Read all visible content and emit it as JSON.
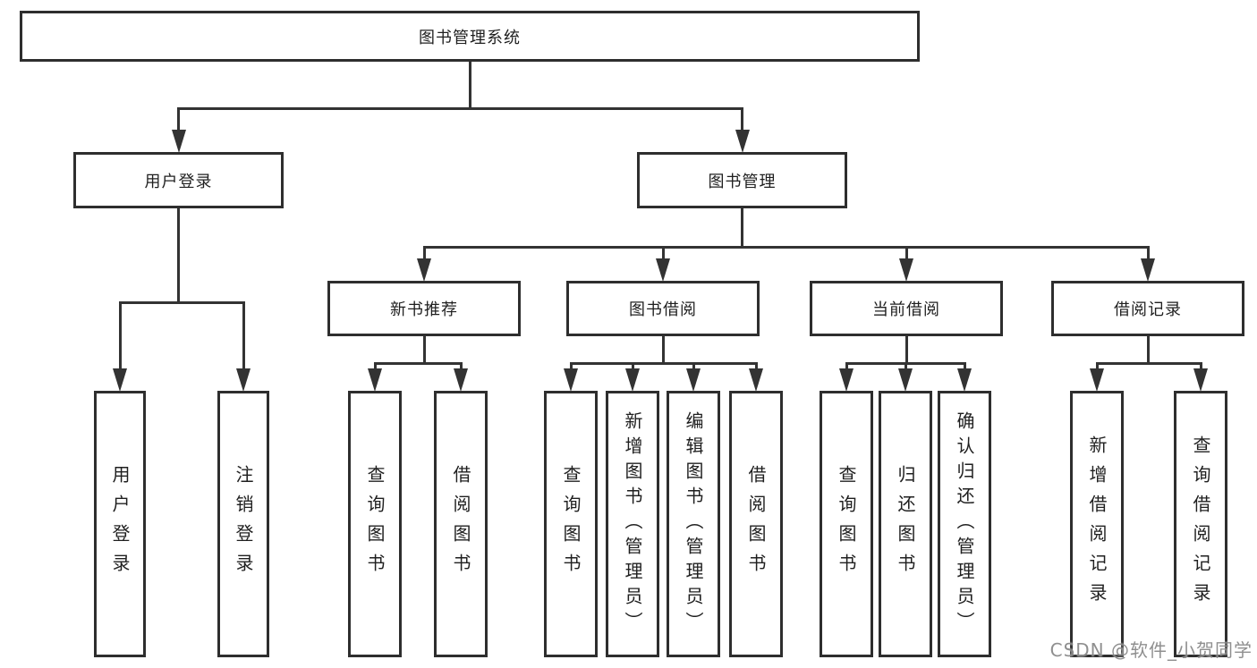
{
  "diagram": {
    "title": "图书管理系统",
    "nodes": [
      {
        "id": "root",
        "label": "图书管理系统",
        "orientation": "horizontal"
      },
      {
        "id": "user-login",
        "label": "用户登录",
        "orientation": "horizontal"
      },
      {
        "id": "book-mgmt",
        "label": "图书管理",
        "orientation": "horizontal"
      },
      {
        "id": "new-book-rec",
        "label": "新书推荐",
        "orientation": "horizontal"
      },
      {
        "id": "book-borrow",
        "label": "图书借阅",
        "orientation": "horizontal"
      },
      {
        "id": "current-borrow",
        "label": "当前借阅",
        "orientation": "horizontal"
      },
      {
        "id": "borrow-records",
        "label": "借阅记录",
        "orientation": "horizontal"
      },
      {
        "id": "leaf-user-login",
        "label": "用户登录",
        "orientation": "vertical"
      },
      {
        "id": "leaf-logout",
        "label": "注销登录",
        "orientation": "vertical"
      },
      {
        "id": "leaf-query-book-1",
        "label": "查询图书",
        "orientation": "vertical"
      },
      {
        "id": "leaf-borrow-book-1",
        "label": "借阅图书",
        "orientation": "vertical"
      },
      {
        "id": "leaf-query-book-2",
        "label": "查询图书",
        "orientation": "vertical"
      },
      {
        "id": "leaf-add-book",
        "label": "新增图书（管理员）",
        "orientation": "vertical"
      },
      {
        "id": "leaf-edit-book",
        "label": "编辑图书（管理员）",
        "orientation": "vertical"
      },
      {
        "id": "leaf-borrow-book-2",
        "label": "借阅图书",
        "orientation": "vertical"
      },
      {
        "id": "leaf-query-book-3",
        "label": "查询图书",
        "orientation": "vertical"
      },
      {
        "id": "leaf-return-book",
        "label": "归还图书",
        "orientation": "vertical"
      },
      {
        "id": "leaf-confirm-return",
        "label": "确认归还（管理员）",
        "orientation": "vertical"
      },
      {
        "id": "leaf-add-record",
        "label": "新增借阅记录",
        "orientation": "vertical"
      },
      {
        "id": "leaf-query-record",
        "label": "查询借阅记录",
        "orientation": "vertical"
      }
    ],
    "edges": [
      {
        "from": "root",
        "to": "user-login"
      },
      {
        "from": "root",
        "to": "book-mgmt"
      },
      {
        "from": "user-login",
        "to": "leaf-user-login"
      },
      {
        "from": "user-login",
        "to": "leaf-logout"
      },
      {
        "from": "book-mgmt",
        "to": "new-book-rec"
      },
      {
        "from": "book-mgmt",
        "to": "book-borrow"
      },
      {
        "from": "book-mgmt",
        "to": "current-borrow"
      },
      {
        "from": "book-mgmt",
        "to": "borrow-records"
      },
      {
        "from": "new-book-rec",
        "to": "leaf-query-book-1"
      },
      {
        "from": "new-book-rec",
        "to": "leaf-borrow-book-1"
      },
      {
        "from": "book-borrow",
        "to": "leaf-query-book-2"
      },
      {
        "from": "book-borrow",
        "to": "leaf-add-book"
      },
      {
        "from": "book-borrow",
        "to": "leaf-edit-book"
      },
      {
        "from": "book-borrow",
        "to": "leaf-borrow-book-2"
      },
      {
        "from": "current-borrow",
        "to": "leaf-query-book-3"
      },
      {
        "from": "current-borrow",
        "to": "leaf-return-book"
      },
      {
        "from": "current-borrow",
        "to": "leaf-confirm-return"
      },
      {
        "from": "borrow-records",
        "to": "leaf-add-record"
      },
      {
        "from": "borrow-records",
        "to": "leaf-query-record"
      }
    ]
  },
  "watermark": {
    "text": "CSDN @软件_小贺同学"
  },
  "colors": {
    "background": "#ffffff",
    "box_border": "#2e2e2e",
    "line": "#333333",
    "text": "#1f1f1f",
    "watermark": "#868686"
  }
}
